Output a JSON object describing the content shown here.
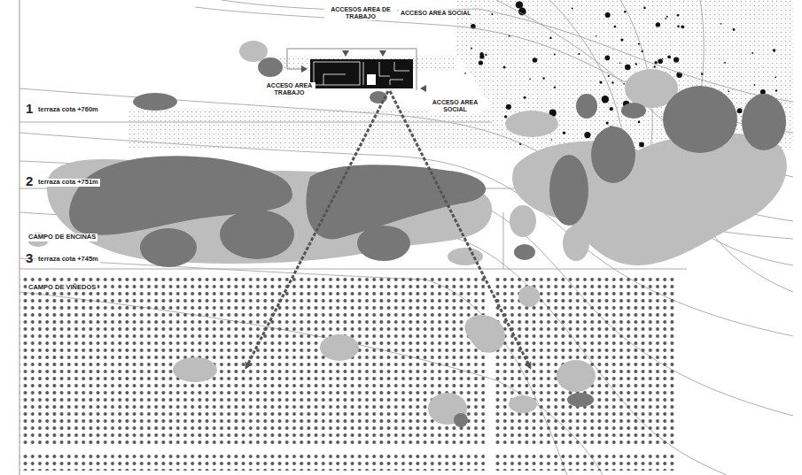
{
  "diagram": {
    "labels": [
      "ACCESOS AREA DE TRABAJO",
      "ACCESO AREA SOCIAL",
      "ACCESO AREA TRABAJO",
      "ACCESO AREA SOCIAL",
      "1",
      "terraza cota +760m",
      "2",
      "terraza cota +751m",
      "CAMPO DE ENCINAS",
      "3",
      "terraza cota +745m",
      "CAMPO DE VIÑEDOS"
    ]
  }
}
